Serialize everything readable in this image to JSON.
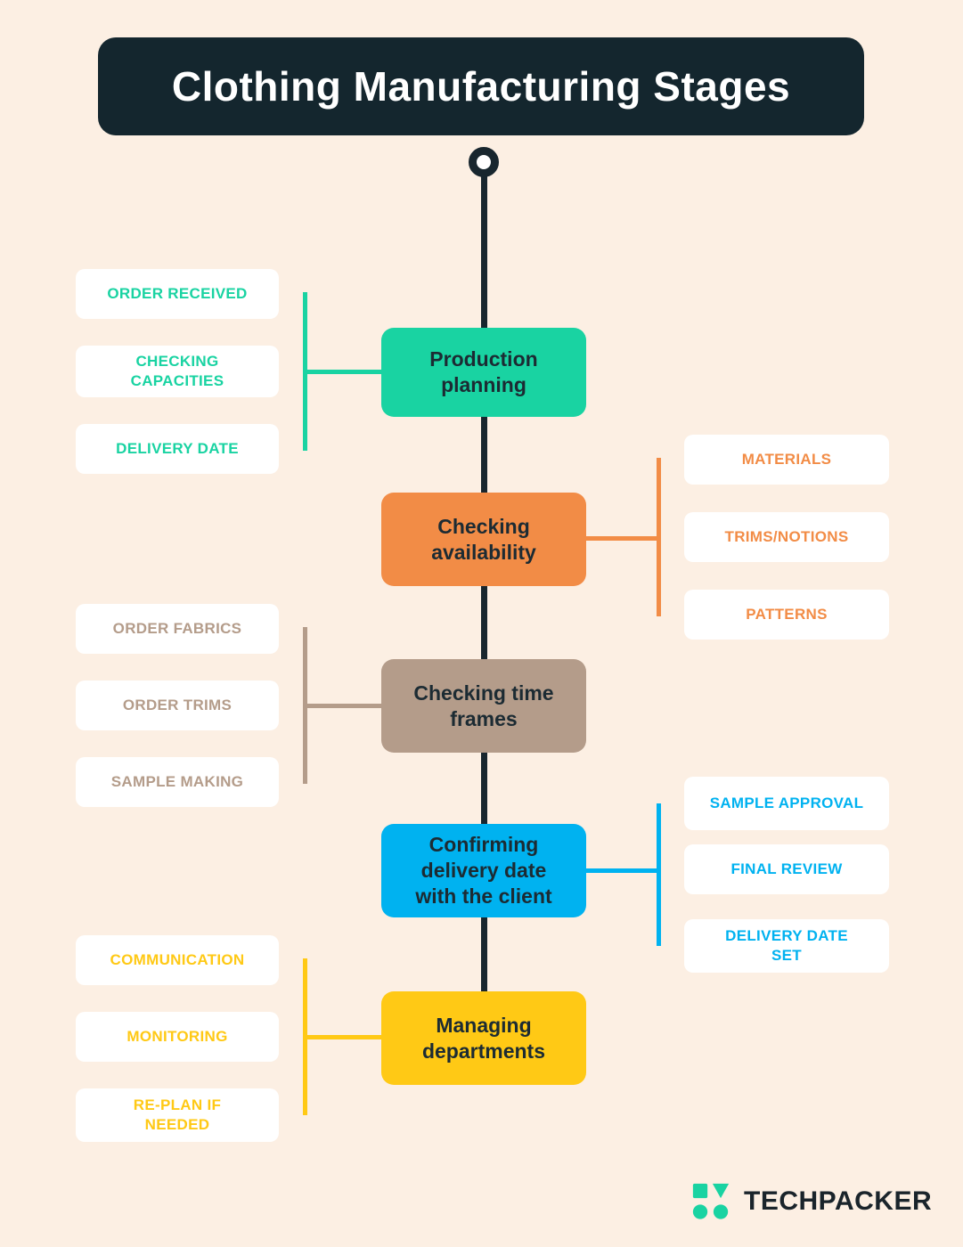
{
  "title": "Clothing Manufacturing Stages",
  "brand": {
    "name": "TECHPACKER"
  },
  "colors": {
    "background": "#FCEFE3",
    "banner": "#14262E",
    "timeline": "#18262E",
    "teal": "#19D3A2",
    "orange": "#F28C46",
    "taupe": "#B49C8A",
    "blue": "#00B2F0",
    "yellow": "#FFC915",
    "stage_text": "#1C2B33",
    "pill_background": "#FFFFFF"
  },
  "stages": [
    {
      "title": "Production planning",
      "color": "#19D3A2",
      "side": "left",
      "labels": [
        "ORDER RECEIVED",
        "CHECKING CAPACITIES",
        "DELIVERY DATE"
      ]
    },
    {
      "title": "Checking availability",
      "color": "#F28C46",
      "side": "right",
      "labels": [
        "MATERIALS",
        "TRIMS/NOTIONS",
        "PATTERNS"
      ]
    },
    {
      "title": "Checking time frames",
      "color": "#B49C8A",
      "side": "left",
      "labels": [
        "ORDER FABRICS",
        "ORDER TRIMS",
        "SAMPLE MAKING"
      ]
    },
    {
      "title": "Confirming delivery date with the client",
      "color": "#00B2F0",
      "side": "right",
      "labels": [
        "SAMPLE APPROVAL",
        "FINAL REVIEW",
        "DELIVERY DATE SET"
      ]
    },
    {
      "title": "Managing departments",
      "color": "#FFC915",
      "side": "left",
      "labels": [
        "COMMUNICATION",
        "MONITORING",
        "RE-PLAN IF NEEDED"
      ]
    }
  ]
}
